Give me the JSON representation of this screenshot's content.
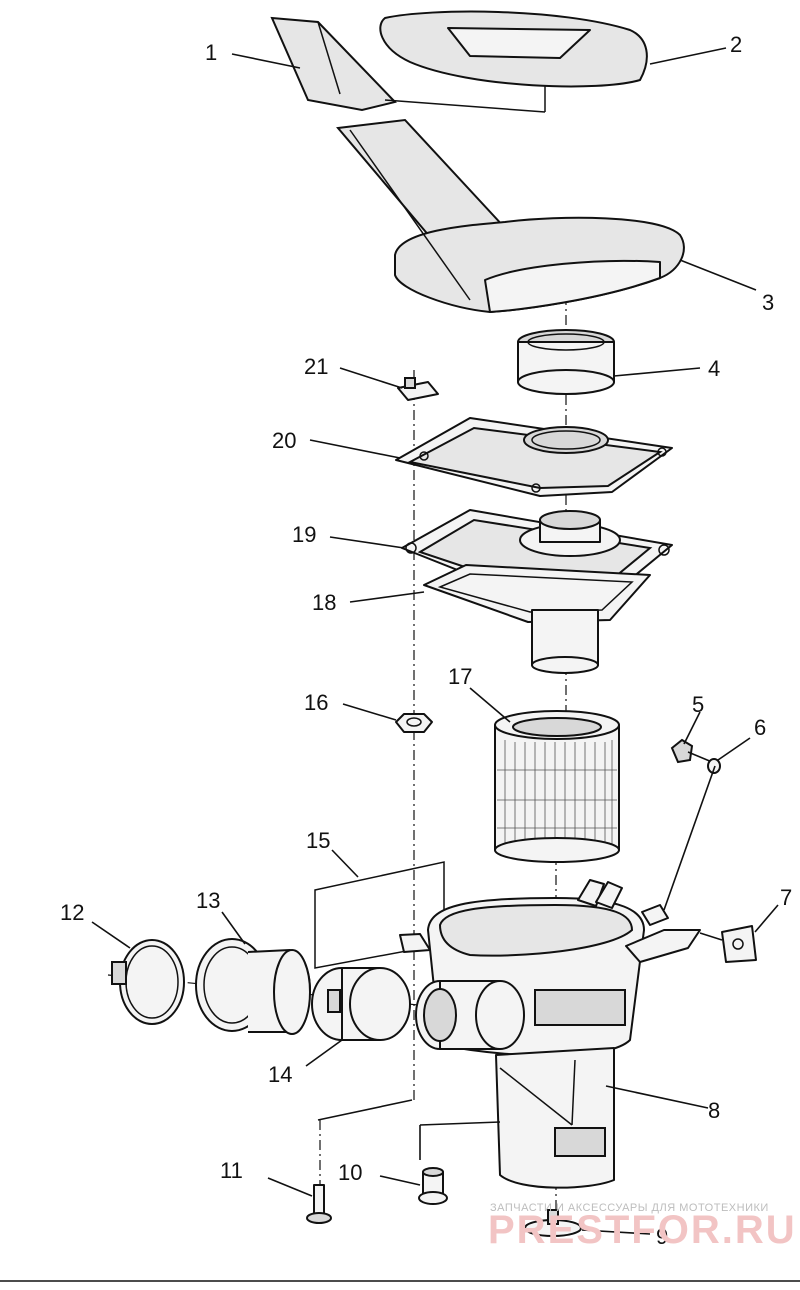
{
  "callouts": [
    "1",
    "2",
    "3",
    "4",
    "5",
    "6",
    "7",
    "8",
    "9",
    "10",
    "11",
    "12",
    "13",
    "14",
    "15",
    "16",
    "17",
    "18",
    "19",
    "20",
    "21"
  ],
  "watermark": {
    "tagline": "ЗАПЧАСТИ И АКСЕССУАРЫ ДЛЯ МОТОТЕХНИКИ",
    "brand": "PRESTFOR.RU"
  }
}
